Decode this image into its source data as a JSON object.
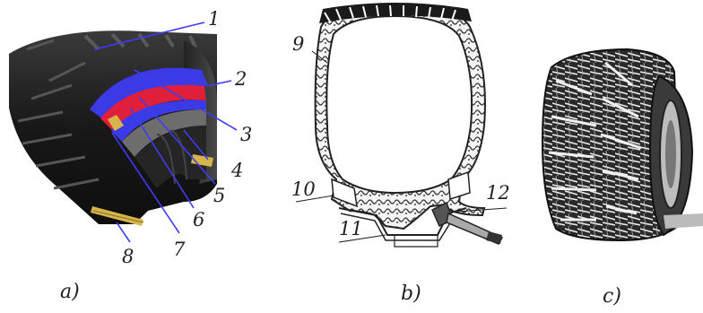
{
  "panels": [
    {
      "caption": "a)",
      "labels": [
        "1",
        "2",
        "3",
        "4",
        "5",
        "6",
        "7",
        "8"
      ]
    },
    {
      "caption": "b)",
      "labels": [
        "9",
        "10",
        "11",
        "12"
      ]
    },
    {
      "caption": "c)",
      "labels": []
    }
  ],
  "colors": {
    "tire_rubber": "#1e1e1e",
    "ply_blue": "#3a3ae6",
    "ply_red": "#e0203a",
    "bead_gold": "#d6b54a",
    "leader_blue": "#3d3df0"
  }
}
